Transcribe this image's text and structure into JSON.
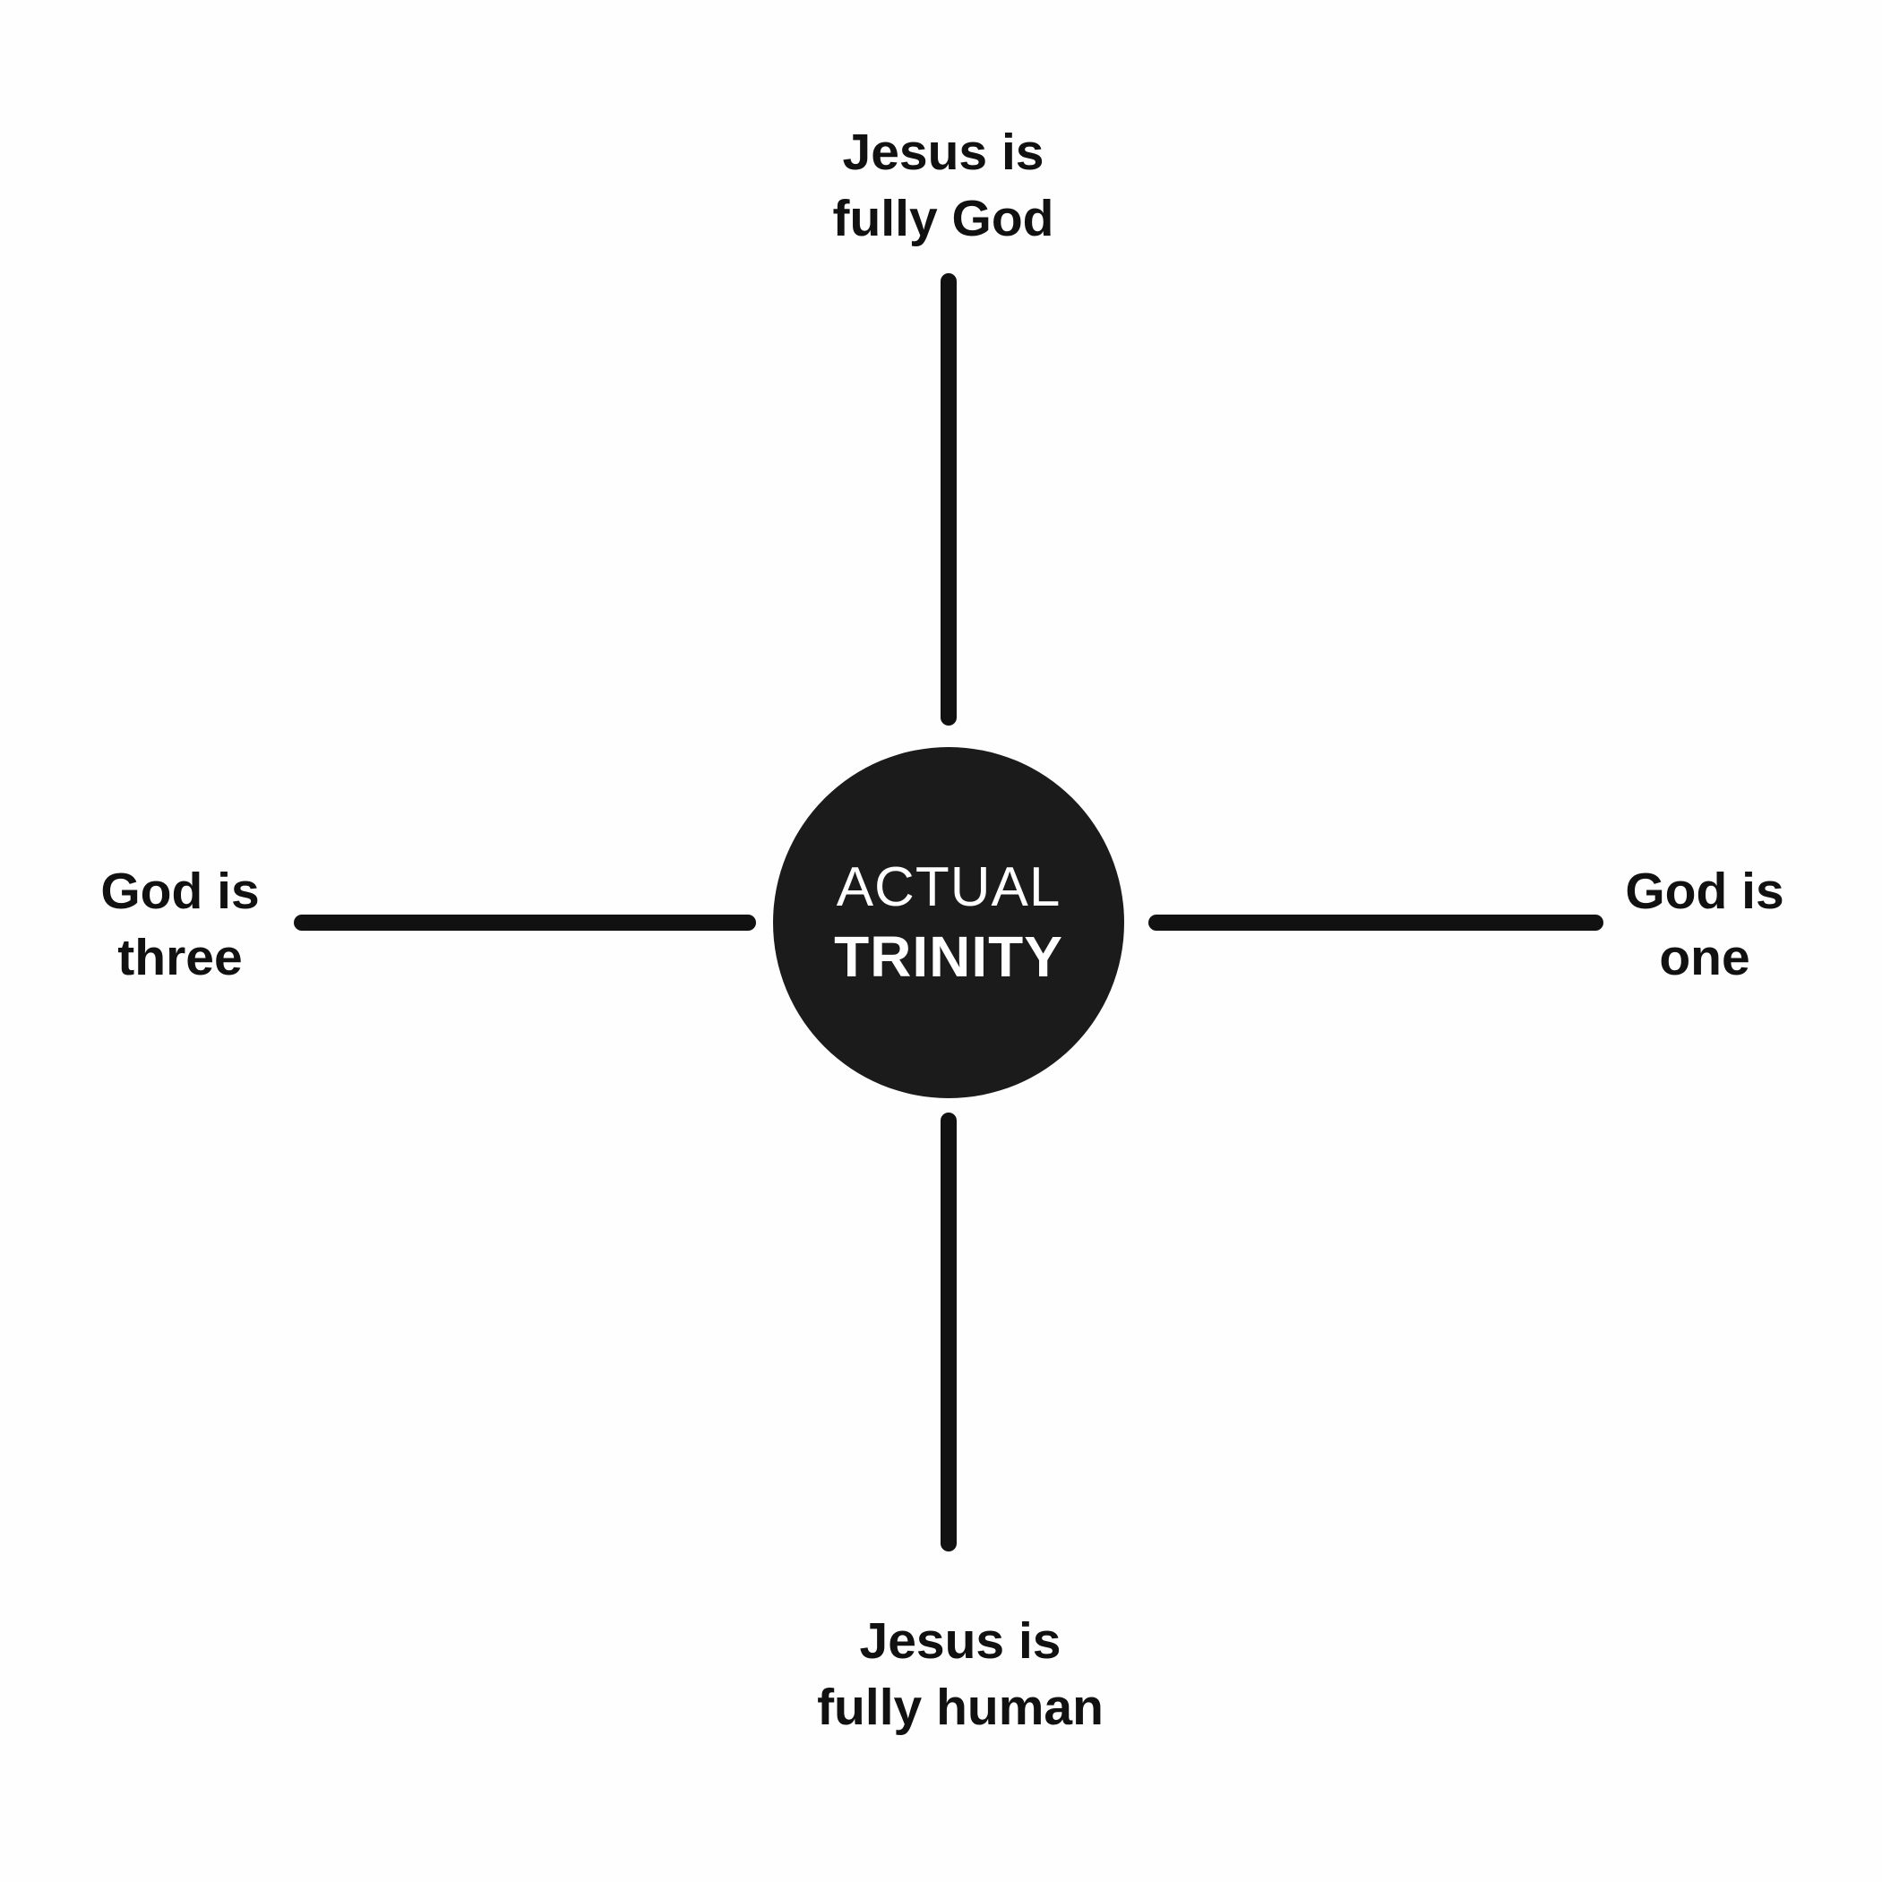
{
  "diagram": {
    "title": "Actual Trinity diagram",
    "center": {
      "line1": "ACTUAL",
      "line2": "TRINITY"
    },
    "labels": {
      "top": {
        "line1": "Jesus is",
        "line2": "fully God"
      },
      "bottom": {
        "line1": "Jesus is",
        "line2": "fully human"
      },
      "left": {
        "line1": "God is",
        "line2": "three"
      },
      "right": {
        "line1": "God is",
        "line2": "one"
      }
    }
  },
  "colors": {
    "bg": "#fefefe",
    "ink": "#111111",
    "circle": "#1b1b1b",
    "circle-text": "#ffffff"
  }
}
